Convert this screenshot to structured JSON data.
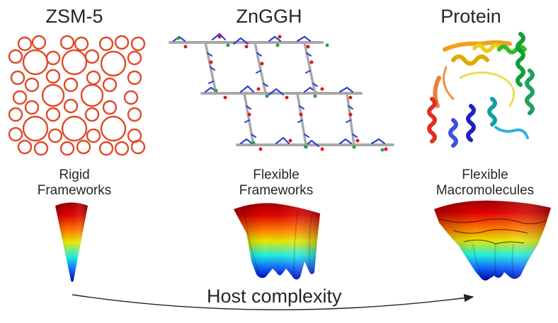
{
  "panels": [
    {
      "title": "ZSM-5",
      "structure_icon": "zeolite-framework-icon",
      "landscape_label_line1": "Rigid",
      "landscape_label_line2": "Frameworks",
      "landscape_icon": "single-funnel-energy-landscape-icon"
    },
    {
      "title": "ZnGGH",
      "structure_icon": "mof-framework-icon",
      "landscape_label_line1": "Flexible",
      "landscape_label_line2": "Frameworks",
      "landscape_icon": "multi-well-energy-landscape-icon"
    },
    {
      "title": "Protein",
      "structure_icon": "protein-ribbon-icon",
      "landscape_label_line1": "Flexible",
      "landscape_label_line2": "Macromolecules",
      "landscape_icon": "rugged-energy-landscape-icon"
    }
  ],
  "axis": {
    "label": "Host complexity",
    "icon": "curved-arrow-icon"
  },
  "colors": {
    "zeolite": "#e0452a",
    "zeolite_light": "#f08a3a",
    "mof_carbon": "#a8a8a8",
    "mof_nitrogen": "#2f3fd8",
    "mof_oxygen": "#e01818",
    "mof_zinc": "#2e9e3e",
    "landscape_top": "#c80000",
    "landscape_bottom": "#0000b0"
  }
}
